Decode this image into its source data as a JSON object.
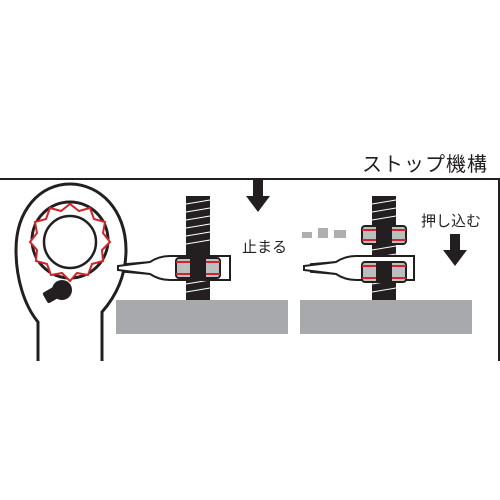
{
  "title": "ストップ機構",
  "labels": {
    "stop": "止まる",
    "push": "押し込む"
  },
  "colors": {
    "ink": "#231f20",
    "surface": "#a7a9ac",
    "accent_red": "#d2232a",
    "nut_gray": "#bcbec0"
  },
  "icons": {
    "stop_arrow": "arrow-down-icon",
    "push_arrow": "arrow-down-icon"
  }
}
